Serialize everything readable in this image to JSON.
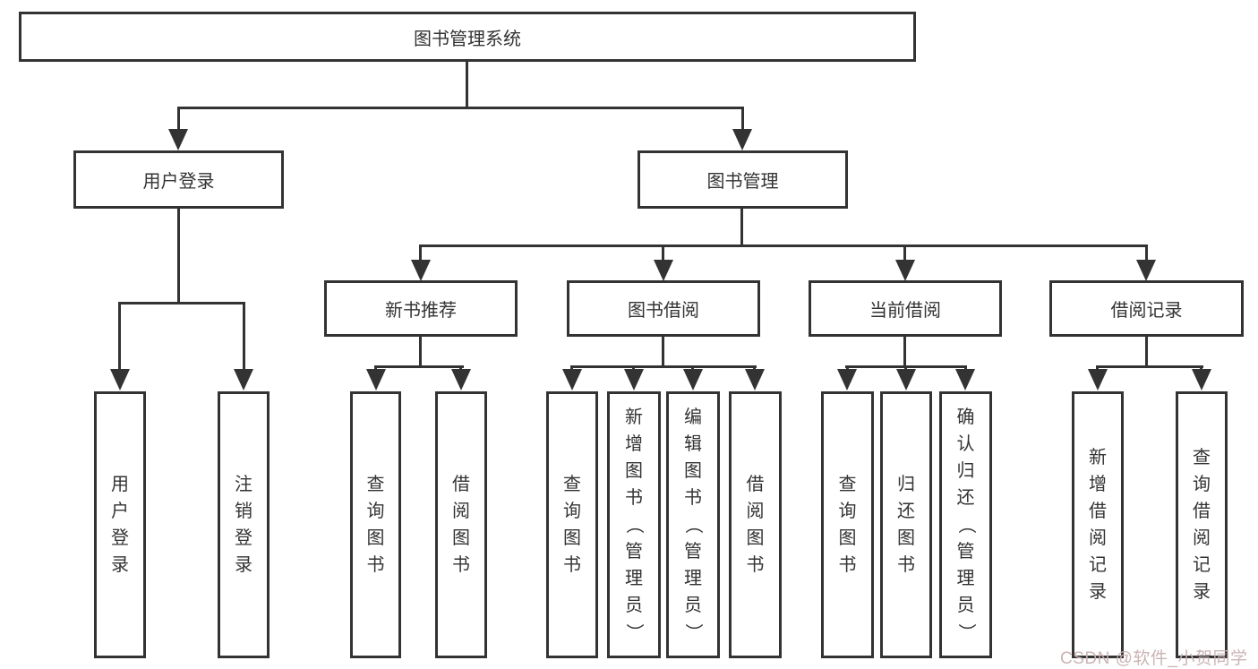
{
  "nodes": {
    "root": {
      "label": "图书管理系统"
    },
    "user_login": {
      "label": "用户登录"
    },
    "book_mgmt": {
      "label": "图书管理"
    },
    "new_book_rec": {
      "label": "新书推荐"
    },
    "book_borrow": {
      "label": "图书借阅"
    },
    "current_borrow": {
      "label": "当前借阅"
    },
    "borrow_records": {
      "label": "借阅记录"
    },
    "leaf_user_login": {
      "label": "用户登录"
    },
    "leaf_logout": {
      "label": "注销登录"
    },
    "leaf_rec_query_book": {
      "label": "查询图书"
    },
    "leaf_rec_borrow_book": {
      "label": "借阅图书"
    },
    "leaf_bor_query_book": {
      "label": "查询图书"
    },
    "leaf_bor_add_book": {
      "label": "新增图书（管理员）"
    },
    "leaf_bor_edit_book": {
      "label": "编辑图书（管理员）"
    },
    "leaf_bor_borrow_book": {
      "label": "借阅图书"
    },
    "leaf_cur_query_book": {
      "label": "查询图书"
    },
    "leaf_cur_return_book": {
      "label": "归还图书"
    },
    "leaf_cur_confirm_return": {
      "label": "确认归还（管理员）"
    },
    "leaf_recs_add_record": {
      "label": "新增借阅记录"
    },
    "leaf_recs_query_record": {
      "label": "查询借阅记录"
    }
  },
  "watermark": {
    "text": "CSDN @软件_小贺同学",
    "color": "#c9b0b0"
  },
  "colors": {
    "line": "#333333",
    "box_border": "#333333",
    "text": "#333333",
    "background": "#ffffff"
  }
}
